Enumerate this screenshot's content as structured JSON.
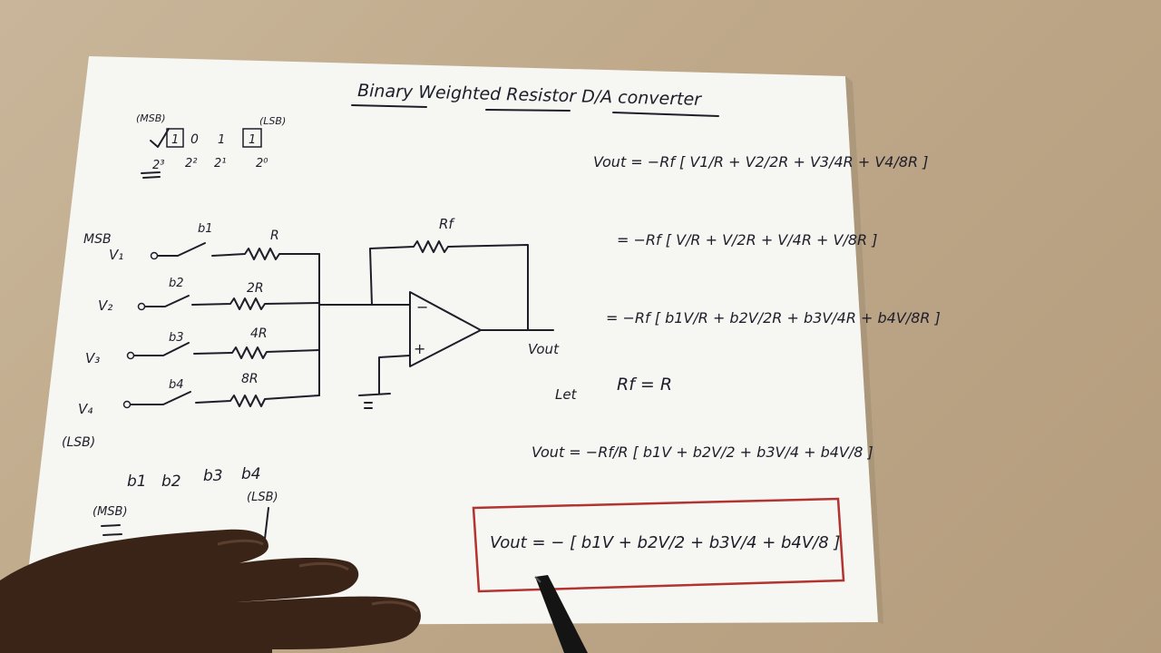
{
  "title": "Binary Weighted Resistor D/A converter",
  "bits_note": {
    "msb": "(MSB)",
    "lsb": "(LSB)",
    "bits": [
      "1",
      "0",
      "1",
      "1"
    ],
    "powers": [
      "2³",
      "2²",
      "2¹",
      "2⁰"
    ]
  },
  "circuit": {
    "msb_label": "MSB",
    "lsb_label": "(LSB)",
    "inputs": [
      "V₁",
      "V₂",
      "V₃",
      "V₄"
    ],
    "switches": [
      "b1",
      "b2",
      "b3",
      "b4"
    ],
    "resistors": [
      "R",
      "2R",
      "4R",
      "8R"
    ],
    "feedback": "Rf",
    "minus": "−",
    "plus": "+",
    "output": "Vout"
  },
  "bit_row": {
    "bits": [
      "b1",
      "b2",
      "b3",
      "b4"
    ],
    "msb": "(MSB)",
    "lsb": "(LSB)"
  },
  "equations": {
    "eq1": "Vout = −Rf [ V1/R + V2/2R + V3/4R + V4/8R ]",
    "eq2": "= −Rf [ V/R + V/2R + V/4R + V/8R ]",
    "eq3": "= −Rf [ b1V/R + b2V/2R + b3V/4R + b4V/8R ]",
    "let": "Let",
    "let_eq": "Rf = R",
    "eq4": "Vout = −Rf/R [ b1V + b2V/2 + b3V/4 + b4V/8 ]",
    "boxed": "Vout = − [ b1V + b2V/2 + b3V/4 + b4V/8 ]"
  },
  "colors": {
    "paper": "#f7f7f4",
    "ink": "#1e1e2a",
    "box": "#b2332f",
    "desk": "#c4ae90"
  }
}
